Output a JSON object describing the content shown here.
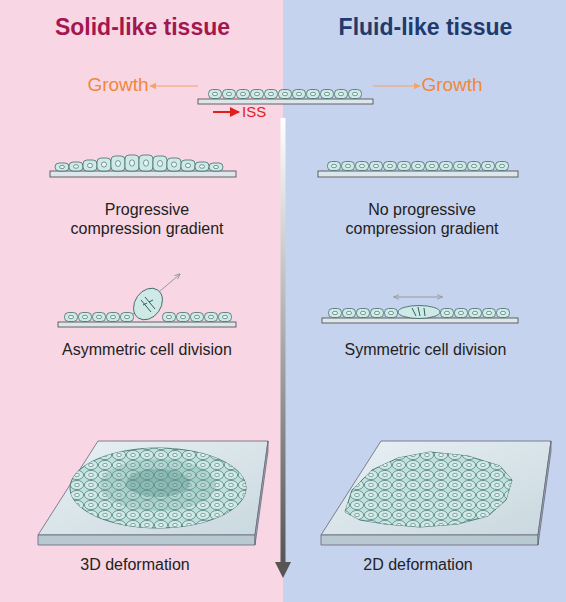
{
  "diagram": {
    "nodes": [
      {
        "text": [
          "Solid-like tissue",
          "Growth",
          "ISS",
          "Progressive compression gradient",
          "Asymmetric cell division",
          "3D deformation"
        ]
      },
      {
        "text": [
          "Fluid-like tissue",
          "Growth",
          "No progressive compression gradient",
          "Symmetric cell division",
          "2D deformation"
        ]
      }
    ]
  }
}
